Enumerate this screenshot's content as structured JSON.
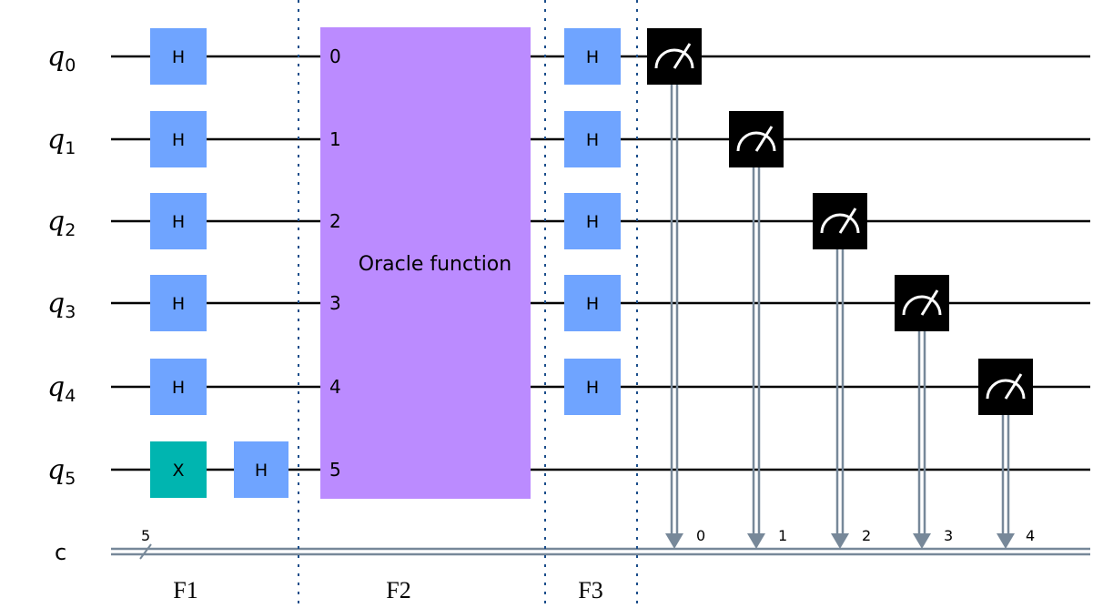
{
  "qubits": [
    {
      "label": "q",
      "index": "0"
    },
    {
      "label": "q",
      "index": "1"
    },
    {
      "label": "q",
      "index": "2"
    },
    {
      "label": "q",
      "index": "3"
    },
    {
      "label": "q",
      "index": "4"
    },
    {
      "label": "q",
      "index": "5"
    }
  ],
  "classical_register": {
    "label": "c",
    "width": "5"
  },
  "gates_f1": [
    "H",
    "H",
    "H",
    "H",
    "H",
    "X"
  ],
  "extra_gate_q5": "H",
  "oracle": {
    "label": "Oracle function",
    "pins": [
      "0",
      "1",
      "2",
      "3",
      "4",
      "5"
    ]
  },
  "gates_f3": [
    "H",
    "H",
    "H",
    "H",
    "H"
  ],
  "measure_bits": [
    "0",
    "1",
    "2",
    "3",
    "4"
  ],
  "sections": [
    "F1",
    "F2",
    "F3"
  ],
  "colors": {
    "h_gate": "#6fa4ff",
    "x_gate": "#00b5b0",
    "oracle": "#bb8bff",
    "measure": "#000000",
    "classical_wire": "#778899",
    "wire": "#000000",
    "barrier": "#1a4d8a"
  }
}
